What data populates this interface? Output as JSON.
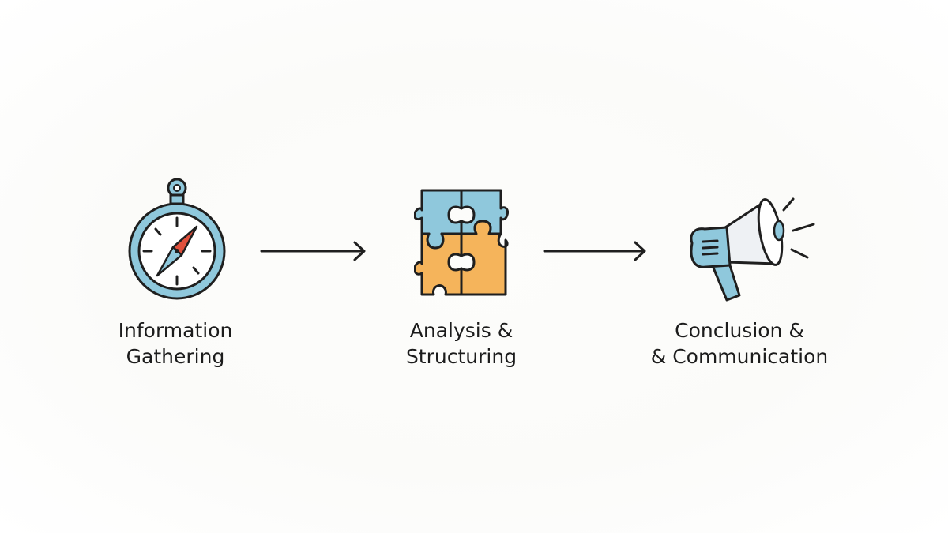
{
  "steps": [
    {
      "icon": "compass-icon",
      "line1": "Information",
      "line2": "Gathering"
    },
    {
      "icon": "puzzle-icon",
      "line1": "Analysis &",
      "line2": "Structuring"
    },
    {
      "icon": "megaphone-icon",
      "line1": "Conclusion &",
      "line2": "& Communication"
    }
  ],
  "colors": {
    "outline": "#1f1f1f",
    "blue": "#8fc8dc",
    "orange": "#f5b45b",
    "red": "#e0503c",
    "light": "#eef1f4"
  }
}
